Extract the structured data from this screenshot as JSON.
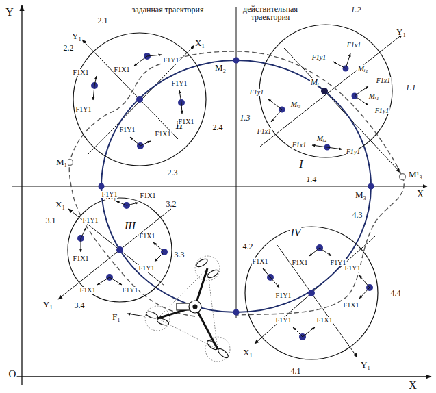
{
  "diagram": {
    "nodes": [
      {
        "text": [
          "I"
        ]
      },
      {
        "text": [
          "II"
        ]
      },
      {
        "text": [
          "III"
        ]
      },
      {
        "text": [
          "IV"
        ]
      }
    ],
    "labels": [
      "Y",
      "X",
      "O",
      "заданная траектория",
      "действительная траектория",
      "X",
      "M₁",
      "M₂",
      "M₃",
      "M₁",
      "M¹₃",
      "Mᵢ",
      "Mᵢ₁",
      "Mᵢ₂",
      "Mᵢ₃",
      "Mᵢ₄",
      "1.1",
      "1.2",
      "1.3",
      "1.4",
      "Y₁",
      "F1x1",
      "F1y1",
      "F1y1",
      "F1x1",
      "F1y1",
      "F1x1",
      "F1x1",
      "F1y1",
      "2.1",
      "2.2",
      "2.3",
      "2.4",
      "X₁",
      "Y₁",
      "F1X1",
      "F1Y1",
      "F1X1",
      "F1Y1",
      "F1Y1",
      "F1X1",
      "F1Y1",
      "F1X1",
      "3.1",
      "3.2",
      "3.3",
      "3.4",
      "X₁",
      "Y₁",
      "F1Y1",
      "F1X1",
      "F1Y1",
      "F1X1",
      "F1X1",
      "F1Y1",
      "F1X1",
      "F1Y1",
      "4.1",
      "4.2",
      "4.3",
      "4.4",
      "X₁",
      "Y₁",
      "F1X1",
      "F1Y1",
      "F1X1",
      "F1Y1",
      "F1Y1",
      "F1X1",
      "F1Y1",
      "F1X1",
      "F₁"
    ]
  }
}
